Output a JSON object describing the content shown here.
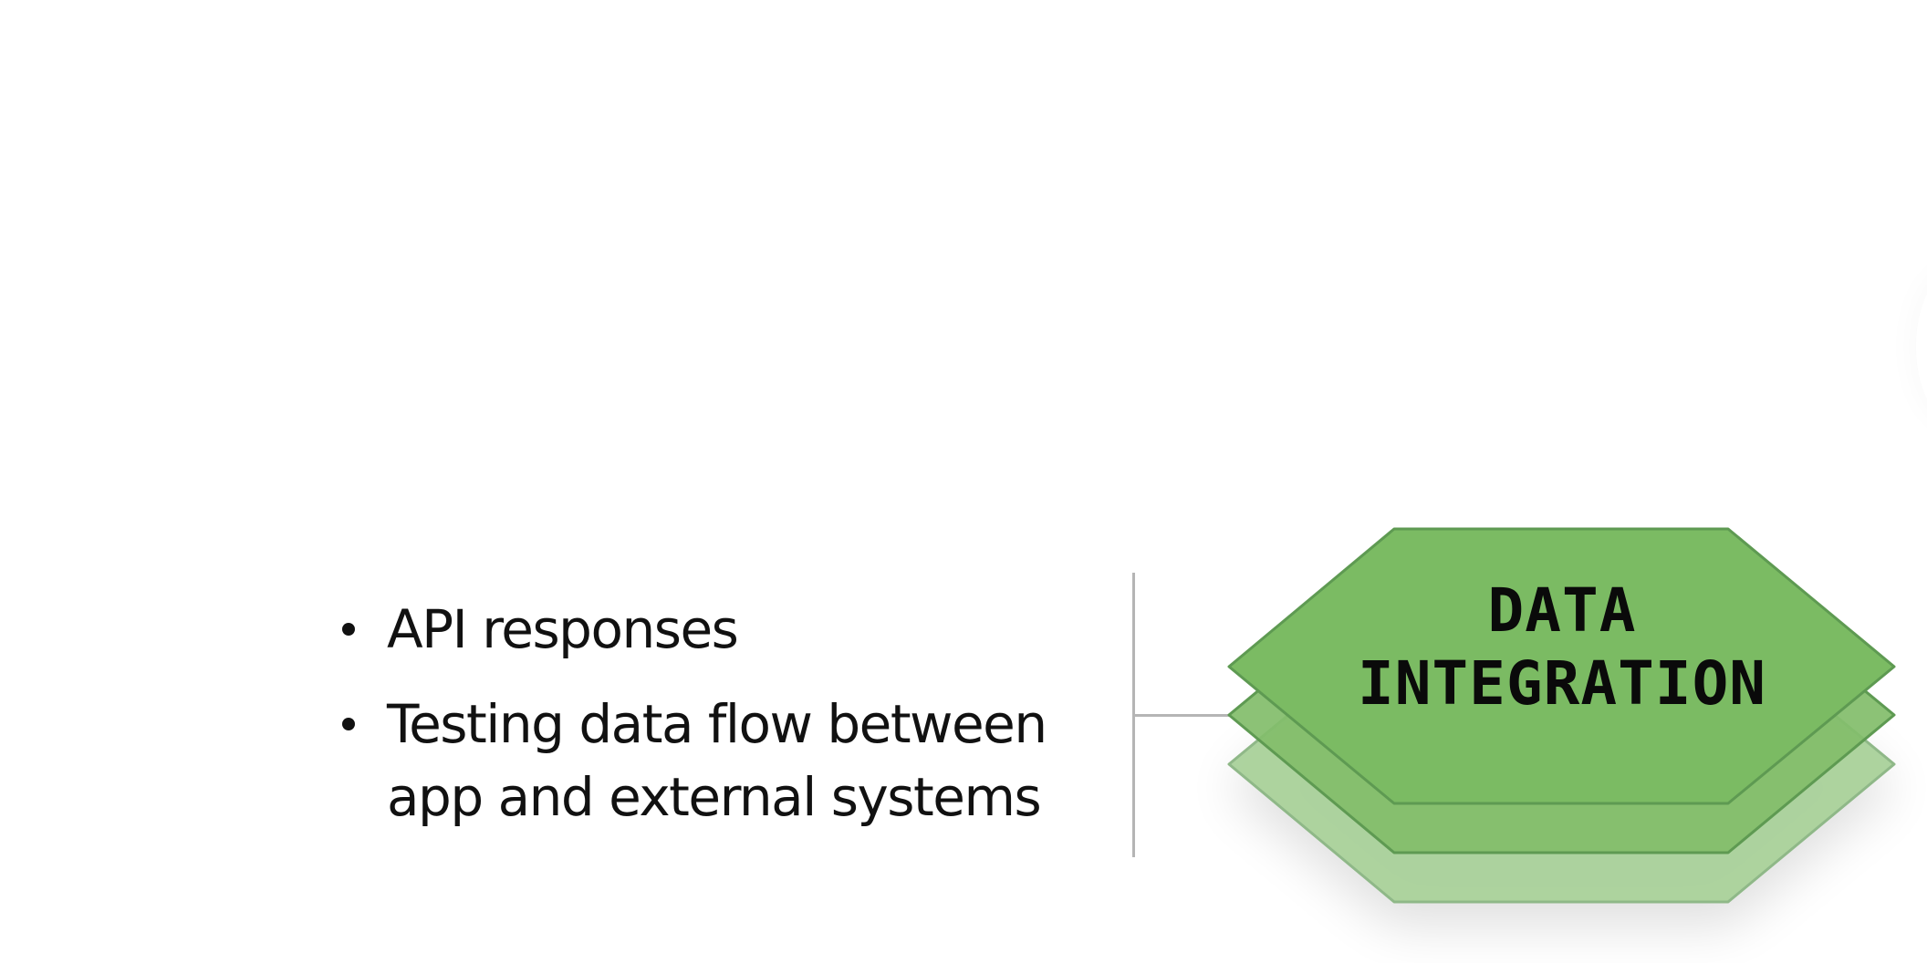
{
  "slide": {
    "bullets": [
      {
        "text": "API responses"
      },
      {
        "text": "Testing data flow between app and external systems"
      }
    ],
    "hexagon": {
      "label_lines": [
        "DATA",
        "INTEGRATION"
      ],
      "layers": 3,
      "colors": {
        "front_fill": "#7bbb63",
        "middle_fill": "#82bd6a",
        "back_fill": "#a9d19a",
        "border": "#5e9a52",
        "back_border": "#8fb888"
      }
    },
    "connector_color": "#b5b5b5"
  }
}
